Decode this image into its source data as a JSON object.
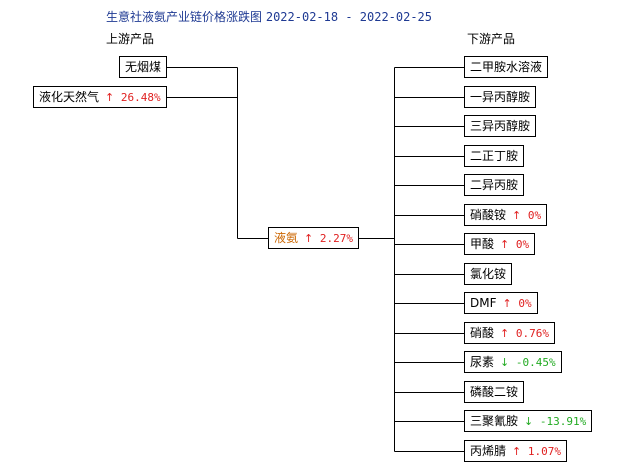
{
  "title": {
    "text": "生意社液氨产业链价格涨跌图",
    "dates": "2022-02-18 - 2022-02-25"
  },
  "sections": {
    "upstream": "上游产品",
    "downstream": "下游产品"
  },
  "colors": {
    "up": "#e02020",
    "down": "#22aa22",
    "center": "#cc6600",
    "title": "#1f3a93"
  },
  "upstream": [
    {
      "name": "无烟煤",
      "change": ""
    },
    {
      "name": "液化天然气",
      "change": "26.48%",
      "direction": "up"
    }
  ],
  "center": {
    "name": "液氨",
    "change": "2.27%",
    "direction": "up"
  },
  "downstream": [
    {
      "name": "二甲胺水溶液",
      "change": ""
    },
    {
      "name": "一异丙醇胺",
      "change": ""
    },
    {
      "name": "三异丙醇胺",
      "change": ""
    },
    {
      "name": "二正丁胺",
      "change": ""
    },
    {
      "name": "二异丙胺",
      "change": ""
    },
    {
      "name": "硝酸铵",
      "change": "0%",
      "direction": "up"
    },
    {
      "name": "甲酸",
      "change": "0%",
      "direction": "up"
    },
    {
      "name": "氯化铵",
      "change": ""
    },
    {
      "name": "DMF",
      "change": "0%",
      "direction": "up"
    },
    {
      "name": "硝酸",
      "change": "0.76%",
      "direction": "up"
    },
    {
      "name": "尿素",
      "change": "-0.45%",
      "direction": "down"
    },
    {
      "name": "磷酸二铵",
      "change": ""
    },
    {
      "name": "三聚氰胺",
      "change": "-13.91%",
      "direction": "down"
    },
    {
      "name": "丙烯腈",
      "change": "1.07%",
      "direction": "up"
    }
  ]
}
